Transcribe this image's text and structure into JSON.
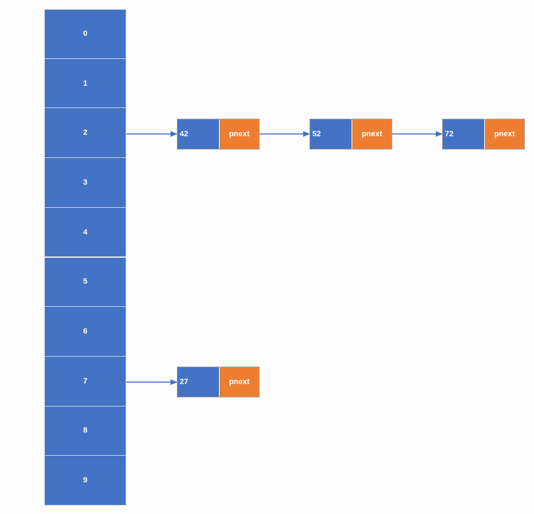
{
  "colors": {
    "bucket": "#4472c4",
    "value": "#4472c4",
    "pointer": "#ed7d31",
    "arrow": "#4472c4"
  },
  "buckets": [
    "0",
    "1",
    "2",
    "3",
    "4",
    "5",
    "6",
    "7",
    "8",
    "9"
  ],
  "chains": [
    {
      "bucket_index": 2,
      "nodes": [
        {
          "value": "42",
          "ptr": "pnext"
        },
        {
          "value": "52",
          "ptr": "pnext"
        },
        {
          "value": "72",
          "ptr": "pnext"
        }
      ]
    },
    {
      "bucket_index": 7,
      "nodes": [
        {
          "value": "27",
          "ptr": "pnext"
        }
      ]
    }
  ]
}
